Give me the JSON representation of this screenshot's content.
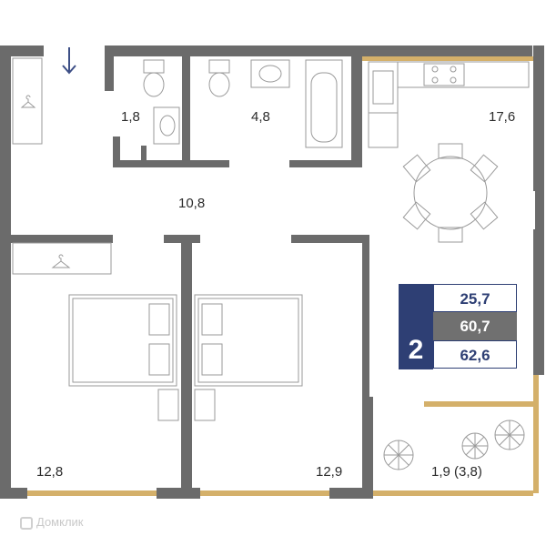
{
  "colors": {
    "wall": "#6b6b6b",
    "window": "#d4b06a",
    "furniture_line": "#9a9a9a",
    "accent": "#2e3f74",
    "arrow": "#3d4f86"
  },
  "rooms": {
    "toilet": "1,8",
    "bathroom": "4,8",
    "kitchen": "17,6",
    "hallway": "10,8",
    "bedroom_left": "12,8",
    "bedroom_right": "12,9",
    "balcony": "1,9 (3,8)"
  },
  "summary": {
    "rooms_count": "2",
    "living_area": "25,7",
    "total_area": "60,7",
    "full_area": "62,6"
  },
  "watermark": "Домклик",
  "icons": [
    "entry-arrow-icon",
    "hanger-icon",
    "toilet-icon",
    "sink-icon",
    "bathtub-icon",
    "stove-icon",
    "double-bed-icon",
    "plant-icon"
  ]
}
